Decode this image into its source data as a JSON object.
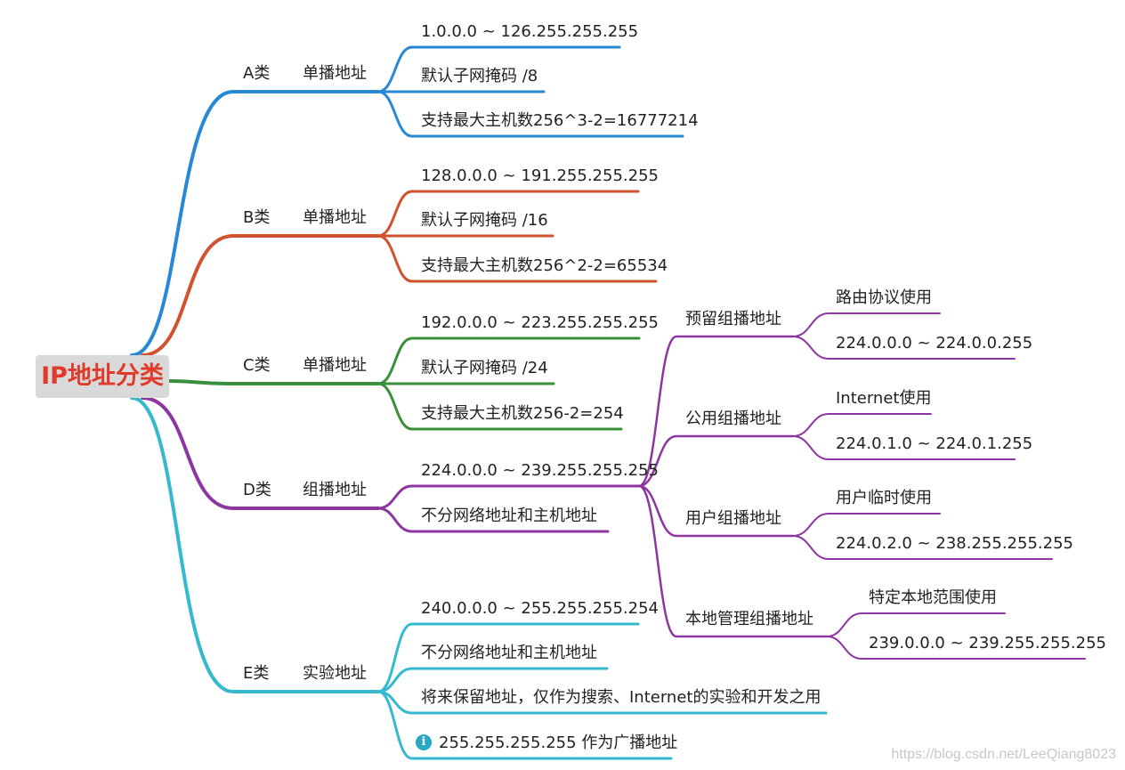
{
  "root": "IP地址分类",
  "colors": {
    "A": "#2788d6",
    "B": "#d2512f",
    "C": "#3a8f3a",
    "D": "#8d35a0",
    "E": "#35b9cf",
    "root_text": "#e03a2a",
    "root_bg": "#d9d9d9",
    "text": "#222222"
  },
  "categories": [
    {
      "id": "A",
      "label": "A类",
      "type": "单播地址",
      "items": [
        "1.0.0.0 ~ 126.255.255.255",
        "默认子网掩码 /8",
        "支持最大主机数256^3-2=16777214"
      ]
    },
    {
      "id": "B",
      "label": "B类",
      "type": "单播地址",
      "items": [
        "128.0.0.0 ~ 191.255.255.255",
        "默认子网掩码 /16",
        "支持最大主机数256^2-2=65534"
      ]
    },
    {
      "id": "C",
      "label": "C类",
      "type": "单播地址",
      "items": [
        "192.0.0.0 ~ 223.255.255.255",
        "默认子网掩码 /24",
        "支持最大主机数256-2=254"
      ]
    },
    {
      "id": "D",
      "label": "D类",
      "type": "组播地址",
      "items": [
        "224.0.0.0 ~ 239.255.255.255",
        "不分网络地址和主机地址"
      ],
      "subgroups": [
        {
          "label": "预留组播地址",
          "items": [
            "路由协议使用",
            "224.0.0.0 ~ 224.0.0.255"
          ]
        },
        {
          "label": "公用组播地址",
          "items": [
            "Internet使用",
            "224.0.1.0 ~ 224.0.1.255"
          ]
        },
        {
          "label": "用户组播地址",
          "items": [
            "用户临时使用",
            "224.0.2.0 ~ 238.255.255.255"
          ]
        },
        {
          "label": "本地管理组播地址",
          "items": [
            "特定本地范围使用",
            "239.0.0.0 ~ 239.255.255.255"
          ]
        }
      ]
    },
    {
      "id": "E",
      "label": "E类",
      "type": "实验地址",
      "items": [
        "240.0.0.0 ~ 255.255.255.254",
        "不分网络地址和主机地址",
        "将来保留地址，仅作为搜索、Internet的实验和开发之用",
        "255.255.255.255 作为广播地址"
      ],
      "info_icon": "info-icon"
    }
  ],
  "watermark": "https://blog.csdn.net/LeeQiang8023"
}
